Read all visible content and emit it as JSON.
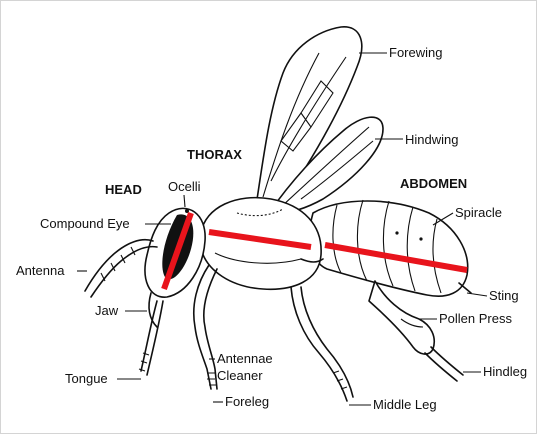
{
  "sections": {
    "head": "HEAD",
    "thorax": "THORAX",
    "abdomen": "ABDOMEN"
  },
  "labels": {
    "forewing": "Forewing",
    "hindwing": "Hindwing",
    "ocelli": "Ocelli",
    "compound_eye": "Compound Eye",
    "antenna": "Antenna",
    "jaw": "Jaw",
    "tongue": "Tongue",
    "antennae_cleaner_line1": "Antennae",
    "antennae_cleaner_line2": "Cleaner",
    "foreleg": "Foreleg",
    "middle_leg": "Middle Leg",
    "hindleg": "Hindleg",
    "pollen_press": "Pollen Press",
    "sting": "Sting",
    "spiracle": "Spiracle"
  },
  "colors": {
    "highlight": "#e8141c",
    "ink": "#111111"
  }
}
